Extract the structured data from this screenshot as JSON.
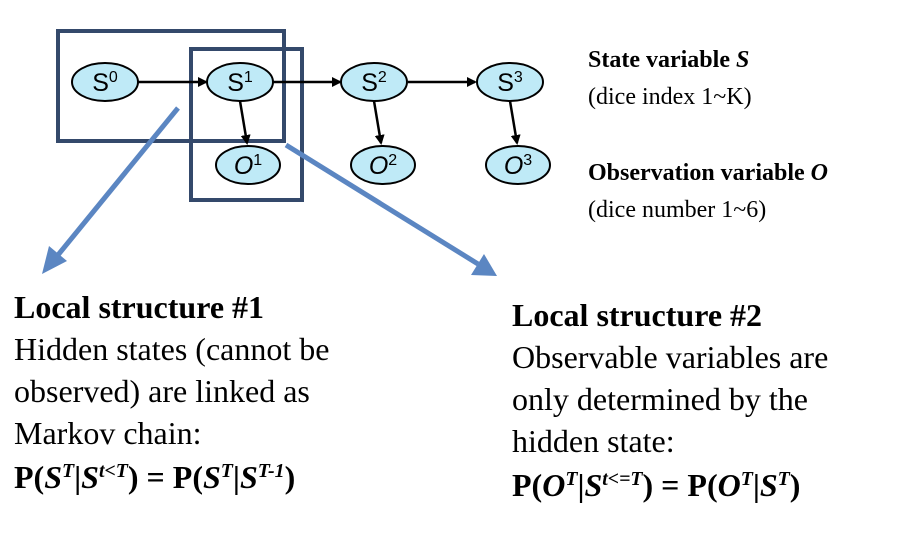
{
  "nodes": [
    {
      "id": "s0",
      "letter": "S",
      "index": "0"
    },
    {
      "id": "s1",
      "letter": "S",
      "index": "1"
    },
    {
      "id": "s2",
      "letter": "S",
      "index": "2"
    },
    {
      "id": "s3",
      "letter": "S",
      "index": "3"
    },
    {
      "id": "o1",
      "letter": "O",
      "index": "1"
    },
    {
      "id": "o2",
      "letter": "O",
      "index": "2"
    },
    {
      "id": "o3",
      "letter": "O",
      "index": "3"
    }
  ],
  "edges": [
    [
      "s0",
      "s1"
    ],
    [
      "s1",
      "s2"
    ],
    [
      "s2",
      "s3"
    ],
    [
      "s1",
      "o1"
    ],
    [
      "s2",
      "o2"
    ],
    [
      "s3",
      "o3"
    ]
  ],
  "colors": {
    "node_fill": "#bfeaf7",
    "node_stroke": "#000000",
    "box_stroke": "#34496b",
    "callout_arrow": "#5b86c2"
  },
  "legend": {
    "state_title": "State variable",
    "state_symbol": "S",
    "state_desc": "(dice index 1~K)",
    "obs_title": "Observation variable",
    "obs_symbol": "O",
    "obs_desc": "(dice number 1~6)"
  },
  "structure1": {
    "heading": "Local structure #1",
    "line1": "Hidden states (cannot be",
    "line2": "observed) are linked as",
    "line3": "Markov chain:",
    "formula": {
      "open": "P(",
      "v1": "S",
      "sup1": "T",
      "bar1": "|",
      "v2": "S",
      "sup2": "t<T",
      "mid": ") = P(",
      "v3": "S",
      "sup3": "T",
      "bar2": "|",
      "v4": "S",
      "sup4": "T-1",
      "close": ")"
    }
  },
  "structure2": {
    "heading": "Local structure #2",
    "line1": "Observable variables are",
    "line2": "only determined by the",
    "line3": "hidden state:",
    "formula": {
      "open": "P(",
      "v1": "O",
      "sup1": "T",
      "bar1": "|",
      "v2": "S",
      "sup2": "t<=T",
      "mid": ") = P(",
      "v3": "O",
      "sup3": "T",
      "bar2": "|",
      "v4": "S",
      "sup4": "T",
      "close": ")"
    }
  }
}
